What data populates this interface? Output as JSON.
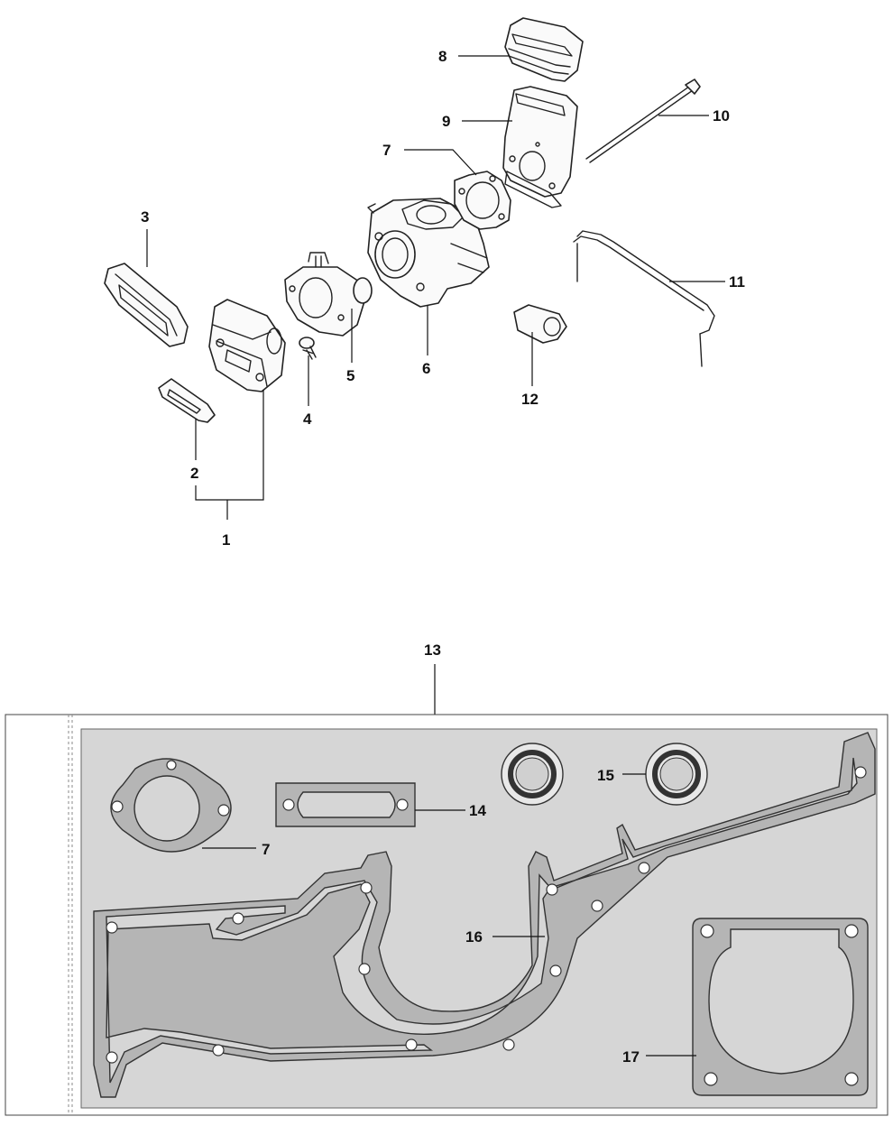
{
  "callouts": {
    "c1": "1",
    "c2": "2",
    "c3": "3",
    "c4": "4",
    "c5": "5",
    "c6": "6",
    "c7_top": "7",
    "c8": "8",
    "c9": "9",
    "c10": "10",
    "c11": "11",
    "c12": "12",
    "c13": "13",
    "c14": "14",
    "c15": "15",
    "c16": "16",
    "c17": "17",
    "c7_kit": "7"
  },
  "colors": {
    "gasket_fill": "#b5b5b5",
    "kit_background": "#d6d6d6",
    "line": "#111111"
  }
}
